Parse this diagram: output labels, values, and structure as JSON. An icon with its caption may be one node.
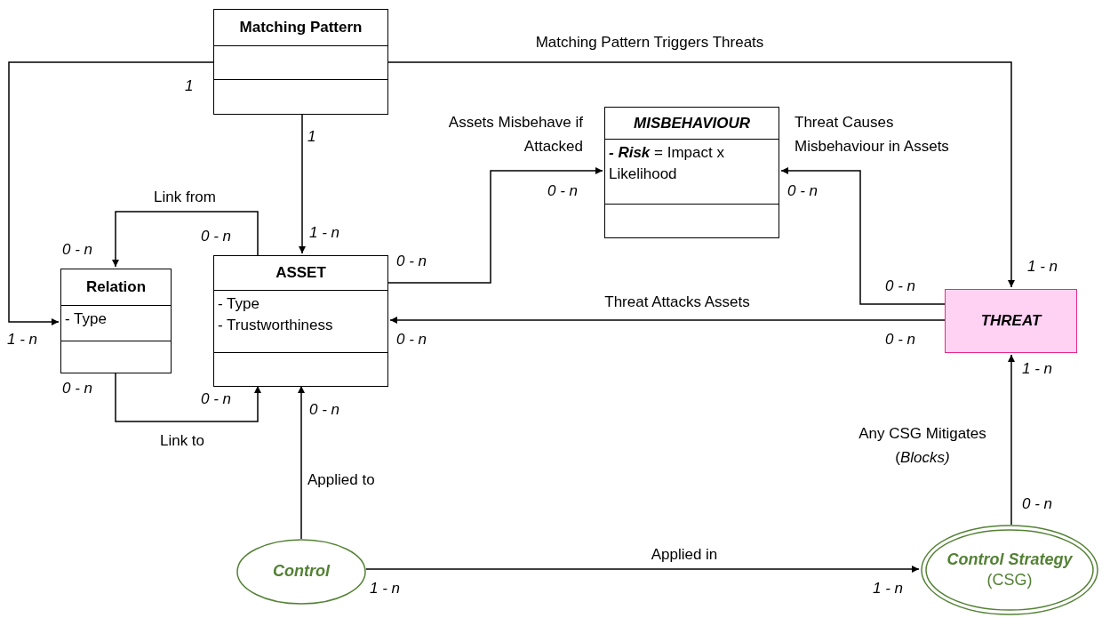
{
  "diagram": {
    "nodes": [
      {
        "text": [
          "Matching Pattern"
        ]
      },
      {
        "text": [
          "MISBEHAVIOUR",
          "**- Risk** = Impact x Likelihood"
        ]
      },
      {
        "text": [
          "Relation",
          "- Type"
        ]
      },
      {
        "text": [
          "ASSET",
          "- Type",
          "- Trustworthiness"
        ]
      },
      {
        "text": [
          "THREAT"
        ]
      },
      {
        "text": [
          "Control"
        ]
      },
      {
        "text": [
          "Control Strategy",
          "(CSG)"
        ]
      }
    ],
    "edges": [
      {
        "from": 0,
        "to": 2,
        "arrow": "to"
      },
      {
        "from": 0,
        "to": 4,
        "arrow": "to",
        "label": "Matching Pattern Triggers Threats"
      },
      {
        "from": 0,
        "to": 3,
        "arrow": "to"
      },
      {
        "from": 3,
        "to": 2,
        "arrow": "to",
        "label": "Link from"
      },
      {
        "from": 2,
        "to": 3,
        "arrow": "to",
        "label": "Link to"
      },
      {
        "from": 3,
        "to": 1,
        "arrow": "to",
        "label": "Assets Misbehave if Attacked"
      },
      {
        "from": 4,
        "to": 1,
        "arrow": "to",
        "label": "Threat Causes Misbehaviour in Assets"
      },
      {
        "from": 4,
        "to": 3,
        "arrow": "to",
        "label": "Threat Attacks Assets"
      },
      {
        "from": 5,
        "to": 3,
        "arrow": "to",
        "label": "Applied to"
      },
      {
        "from": 5,
        "to": 6,
        "arrow": "to",
        "label": "Applied in"
      },
      {
        "from": 6,
        "to": 4,
        "arrow": "to",
        "label": "Any CSG Mitigates (*Blocks)*"
      }
    ],
    "labels": [
      "1",
      "1",
      "0 - n",
      "0 - n",
      "0 - n",
      "0 - n",
      "1 - n",
      "0 - n",
      "1 - n",
      "0 - n",
      "1 - n",
      "0 - n",
      "0 - n",
      "1 - n",
      "0 - n",
      "0 - n",
      "0 - n",
      "0 - n",
      "1 - n",
      "1 - n"
    ]
  }
}
